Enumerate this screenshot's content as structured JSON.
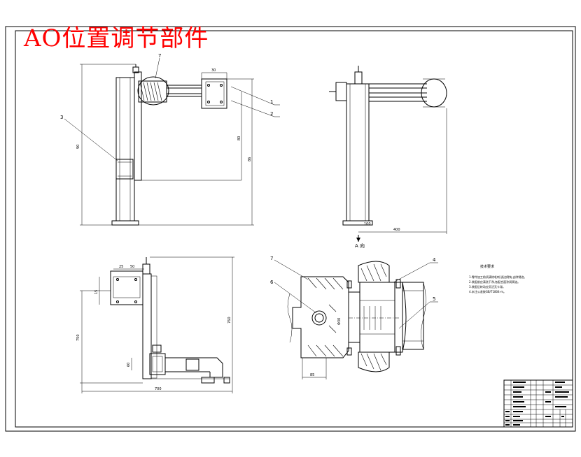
{
  "drawing": {
    "title": "AO位置调节部件",
    "title_color": "#ff0000",
    "line_color": "#000000",
    "background": "#ffffff"
  },
  "callouts": {
    "front_view": [
      "1",
      "2",
      "3",
      "7"
    ],
    "section_view": [
      "4",
      "5",
      "6",
      "7"
    ]
  },
  "dimensions": {
    "front_top": "30",
    "front_left_height": "90",
    "front_mid_height": "80",
    "front_right_height": "86",
    "side_bottom": "400",
    "side_left_small": "100",
    "top_left_height": "750",
    "top_right_height": "760",
    "top_bottom_width": "700",
    "top_upper_1": "25",
    "top_upper_2": "50",
    "top_left_small": "15",
    "top_left_mid": "60",
    "section_bottom": "85",
    "section_dia": "Φ30"
  },
  "view_label": {
    "arrow": "A",
    "text": "A 向"
  },
  "notes_block": {
    "heading": "技术要求",
    "lines": [
      "1.零件加工前须清除毛刺,锐边倒钝,去除锈迹。",
      "2.装配前应清洗干净,各配合面涂润滑油。",
      "3.装配后转动应灵活无卡滞。",
      "4.未注公差按GB/T1804-m。"
    ]
  },
  "title_block": {
    "rows": 9,
    "cols": 10
  }
}
